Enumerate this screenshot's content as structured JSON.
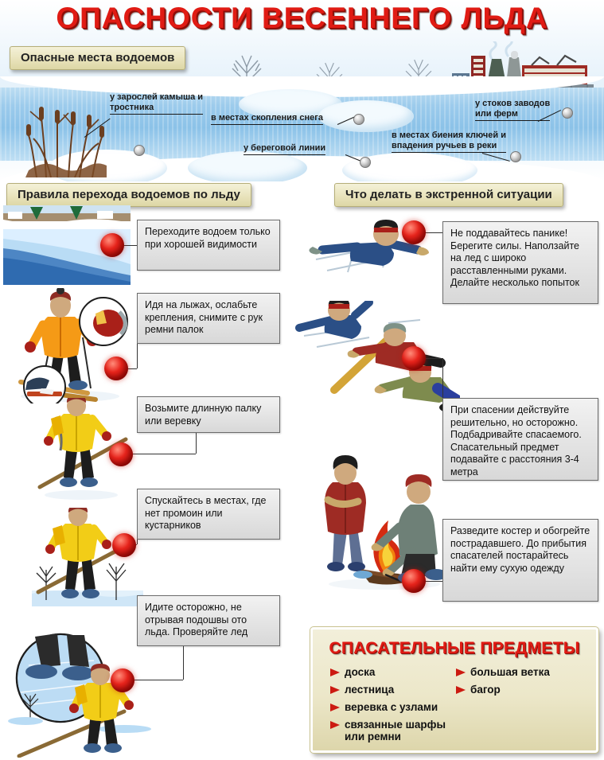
{
  "header": {
    "title": "ОПАСНОСТИ ВЕСЕННЕГО ЛЬДА",
    "banner_label": "Опасные места водоемов",
    "title_color": "#e01b14"
  },
  "danger_places": [
    {
      "id": "reeds",
      "label_line1": "у зарослей камыша и",
      "label_line2": "тростника"
    },
    {
      "id": "snow",
      "label_line1": "в местах скопления снега",
      "label_line2": ""
    },
    {
      "id": "shore",
      "label_line1": "у береговой линии",
      "label_line2": ""
    },
    {
      "id": "factory",
      "label_line1": "у стоков заводов",
      "label_line2": "или ферм"
    },
    {
      "id": "springs",
      "label_line1": "в местах биения ключей и",
      "label_line2": "впадения ручьев в реки"
    }
  ],
  "sections": {
    "left_heading": "Правила перехода водоемов по льду",
    "right_heading": "Что делать в экстренной ситуации"
  },
  "rules": [
    {
      "text": "Переходите водоем только при хорошей видимости"
    },
    {
      "text": "Идя на лыжах, ослабьте крепления, снимите с рук ремни палок"
    },
    {
      "text": "Возьмите длинную палку или веревку"
    },
    {
      "text": "Спускайтесь в местах, где нет промоин или кустарников"
    },
    {
      "text": "Идите осторожно, не отрывая подошвы ото льда. Проверяйте лед"
    }
  ],
  "emergency": [
    {
      "text": "Не поддавайтесь панике! Берегите силы. Наползайте на лед с широко расставленными руками. Делайте несколько попыток"
    },
    {
      "text": "При спасении действуйте решительно, но осторожно. Подбадривайте спасаемого. Спасательный предмет подавайте с расстояния 3-4 метра"
    },
    {
      "text": "Разведите костер и обогрейте пострадавшего. До прибытия спасателей постарайтесь найти ему сухую одежду"
    }
  ],
  "rescue_items": {
    "title": "СПАСАТЕЛЬНЫЕ ПРЕДМЕТЫ",
    "column_left": [
      "доска",
      "лестница",
      "веревка с узлами",
      "связанные шарфы или ремни"
    ],
    "column_right": [
      "большая ветка",
      "багор"
    ]
  },
  "colors": {
    "accent_red": "#e01b14",
    "banner_bg": "#eae5bf",
    "box_bg": "#e6e6e6",
    "ice_blue": "#9ccbec",
    "panel_bg": "#ece7c9"
  }
}
